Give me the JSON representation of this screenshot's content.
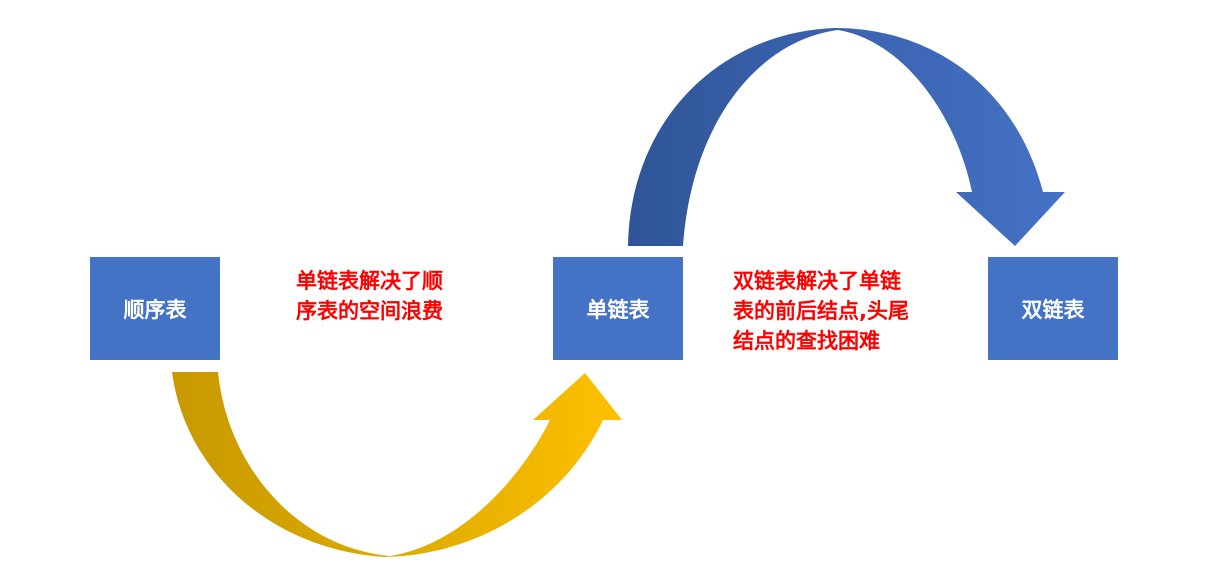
{
  "nodes": {
    "sequential_list": "顺序表",
    "singly_linked_list": "单链表",
    "doubly_linked_list": "双链表"
  },
  "notes": {
    "single_solves": "单链表解决了顺\n序表的空间浪费",
    "double_solves": "双链表解决了单链\n表的前后结点,头尾\n结点的查找困难"
  },
  "colors": {
    "box_fill": "#4472c4",
    "box_text": "#ffffff",
    "note_text": "#ff0000",
    "arrow_gold_light": "#ffc000",
    "arrow_gold_dark": "#c99a00",
    "arrow_blue_light": "#4472c4",
    "arrow_blue_dark": "#2f5597"
  }
}
